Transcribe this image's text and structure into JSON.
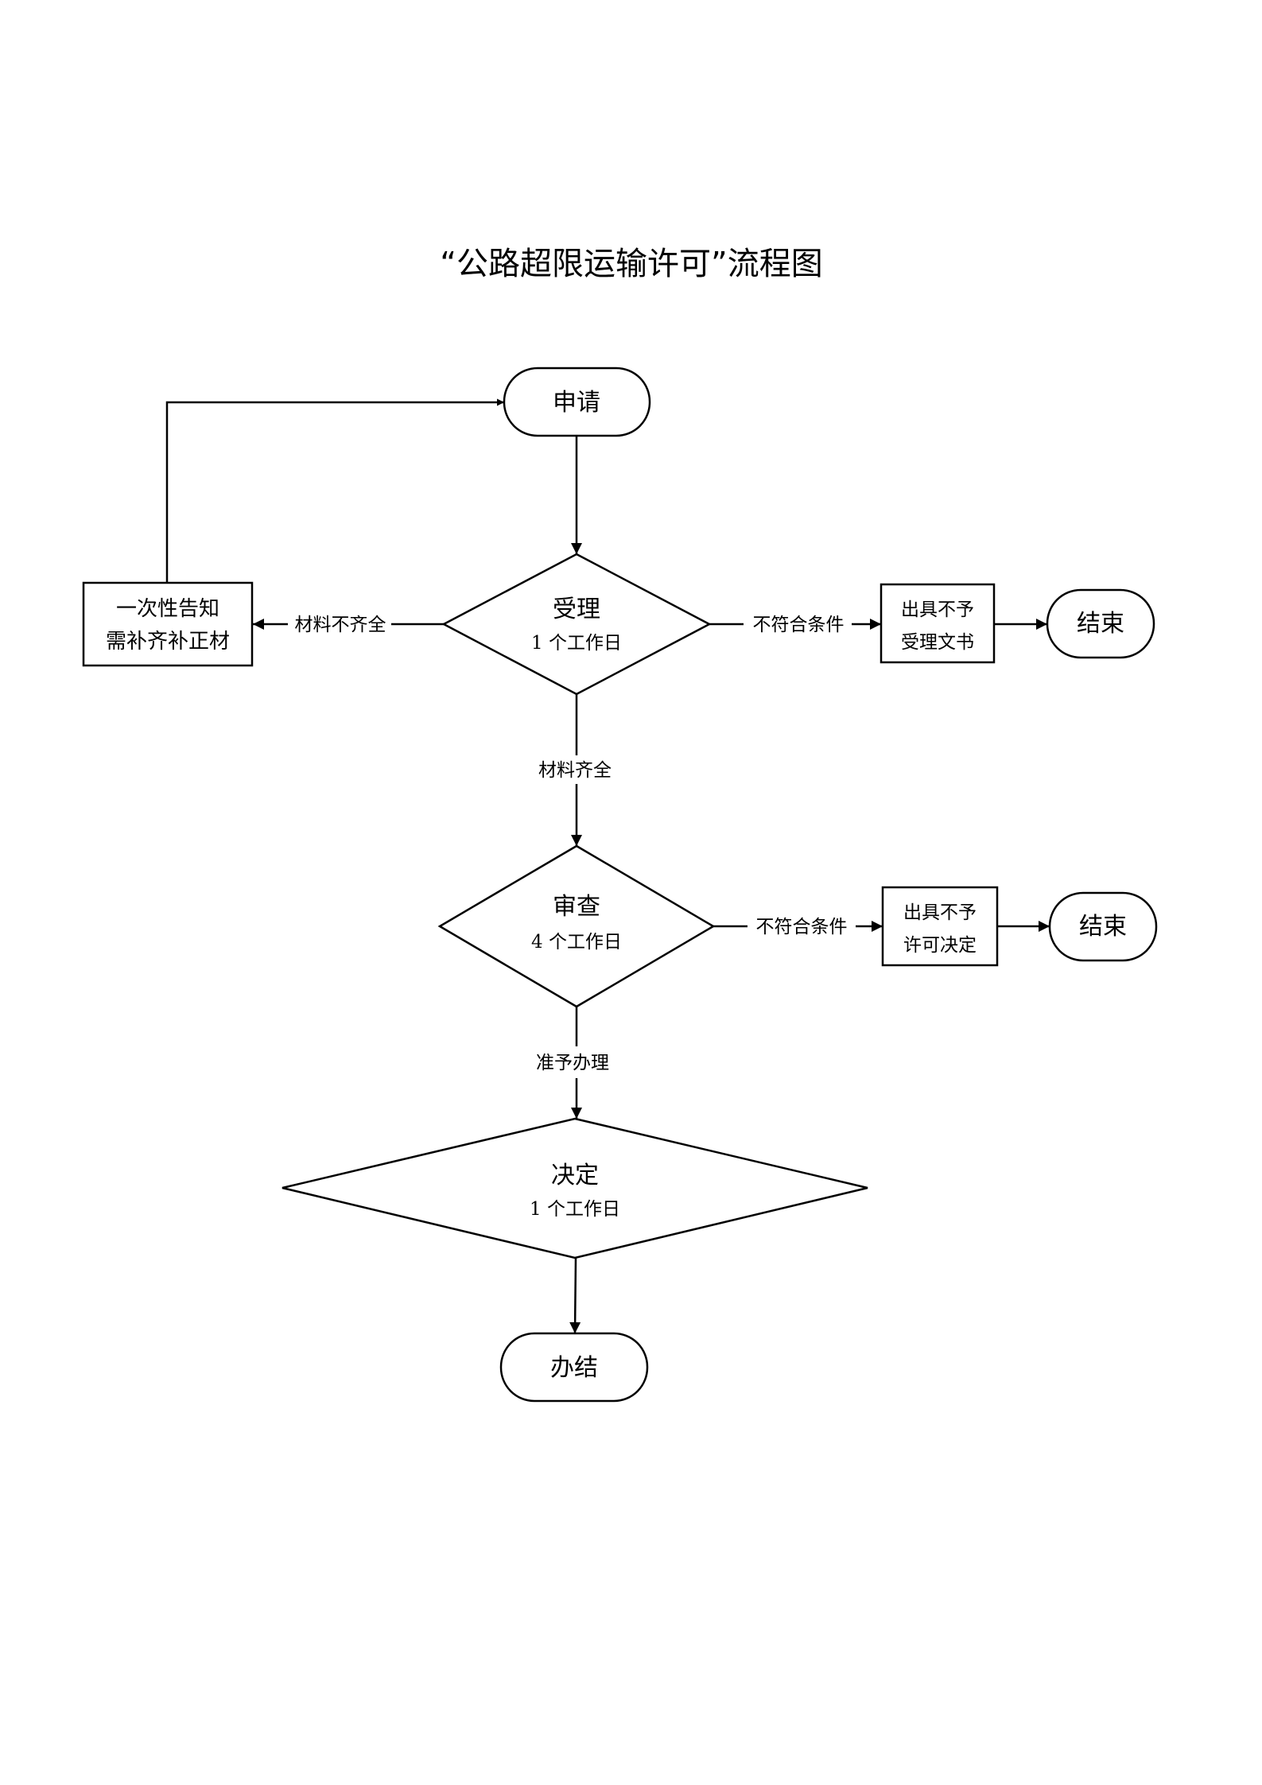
{
  "title": "“公路超限运输许可”流程图",
  "nodes": {
    "apply": "申请",
    "accept": {
      "label": "受理",
      "time": "1 个工作日"
    },
    "supplement_notice": {
      "line1": "一次性告知",
      "line2": "需补齐补正材"
    },
    "reject_accept_doc": {
      "line1": "出具不予",
      "line2": "受理文书"
    },
    "end_1": "结束",
    "review": {
      "label": "审查",
      "time": "4 个工作日"
    },
    "reject_permit_doc": {
      "line1": "出具不予",
      "line2": "许可决定"
    },
    "end_2": "结束",
    "decide": {
      "label": "决定",
      "time": "1 个工作日"
    },
    "complete": "办结"
  },
  "edges": {
    "incomplete_materials": "材料不齐全",
    "not_qualified_1": "不符合条件",
    "complete_materials": "材料齐全",
    "not_qualified_2": "不符合条件",
    "approve": "准予办理"
  }
}
